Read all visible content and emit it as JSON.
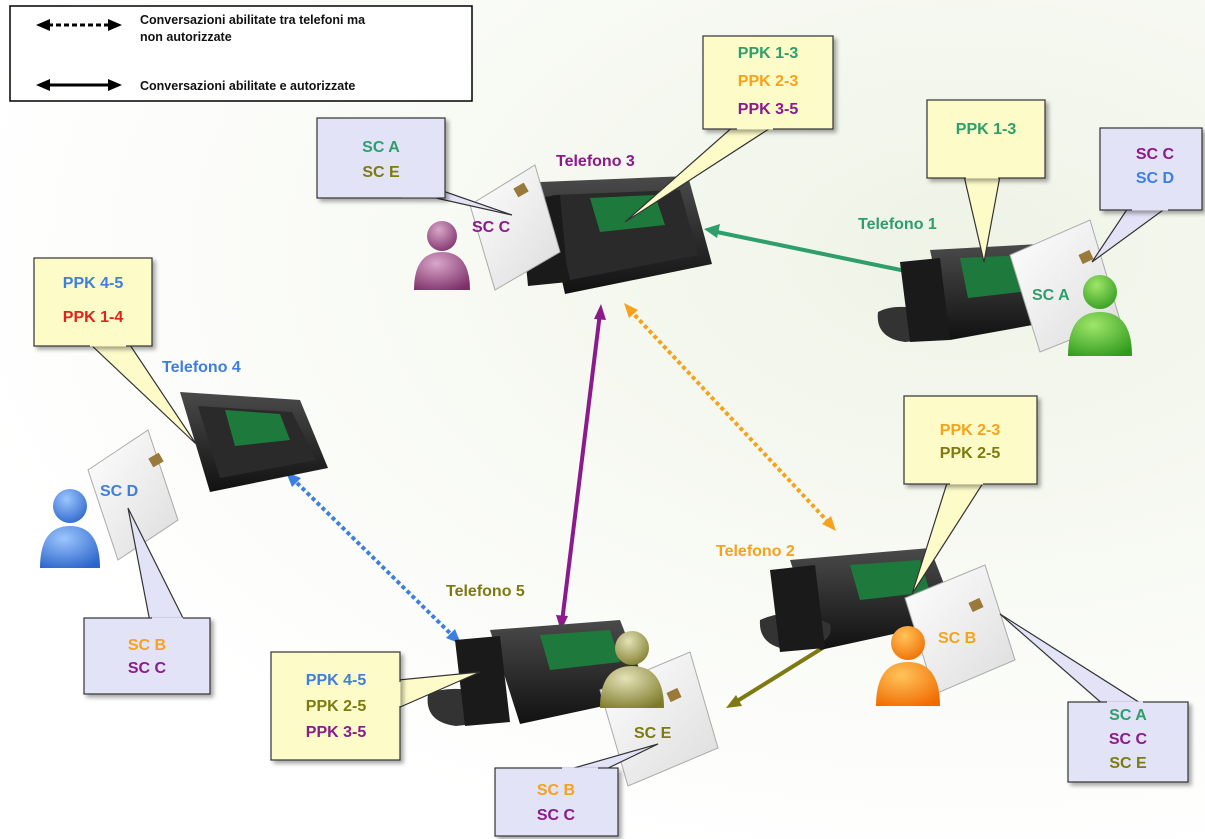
{
  "legend": {
    "dashed_label_line1": "Conversazioni abilitate tra telefoni ma",
    "dashed_label_line2": "non autorizzate",
    "solid_label": "Conversazioni abilitate e autorizzate"
  },
  "colors": {
    "green": "#2e9e6b",
    "orange": "#f7a21b",
    "purple": "#8b1a8b",
    "olive": "#7d7a12",
    "blue": "#3d7fe0",
    "red": "#e0231c",
    "callout_yellow": "#fdfbc8",
    "callout_lavender": "#e3e3f7"
  },
  "phones": {
    "t1": "Telefono 1",
    "t2": "Telefono 2",
    "t3": "Telefono 3",
    "t4": "Telefono 4",
    "t5": "Telefono 5"
  },
  "card_labels": {
    "t1": "SC A",
    "t2": "SC B",
    "t3": "SC C",
    "t4": "SC D",
    "t5": "SC E"
  },
  "callouts": {
    "t3_keys": [
      "PPK 1-3",
      "PPK 2-3",
      "PPK 3-5"
    ],
    "t3_cards": [
      "SC A",
      "SC E"
    ],
    "t1_keys": [
      "PPK 1-3"
    ],
    "t1_cards": [
      "SC C",
      "SC D"
    ],
    "t4_keys": [
      "PPK 4-5",
      "PPK 1-4"
    ],
    "t4_cards": [
      "SC B",
      "SC C"
    ],
    "t2_keys": [
      "PPK 2-3",
      "PPK 2-5"
    ],
    "t2_cards": [
      "SC A",
      "SC C",
      "SC E"
    ],
    "t5_keys": [
      "PPK 4-5",
      "PPK 2-5",
      "PPK 3-5"
    ],
    "t5_cards": [
      "SC B",
      "SC C"
    ]
  }
}
